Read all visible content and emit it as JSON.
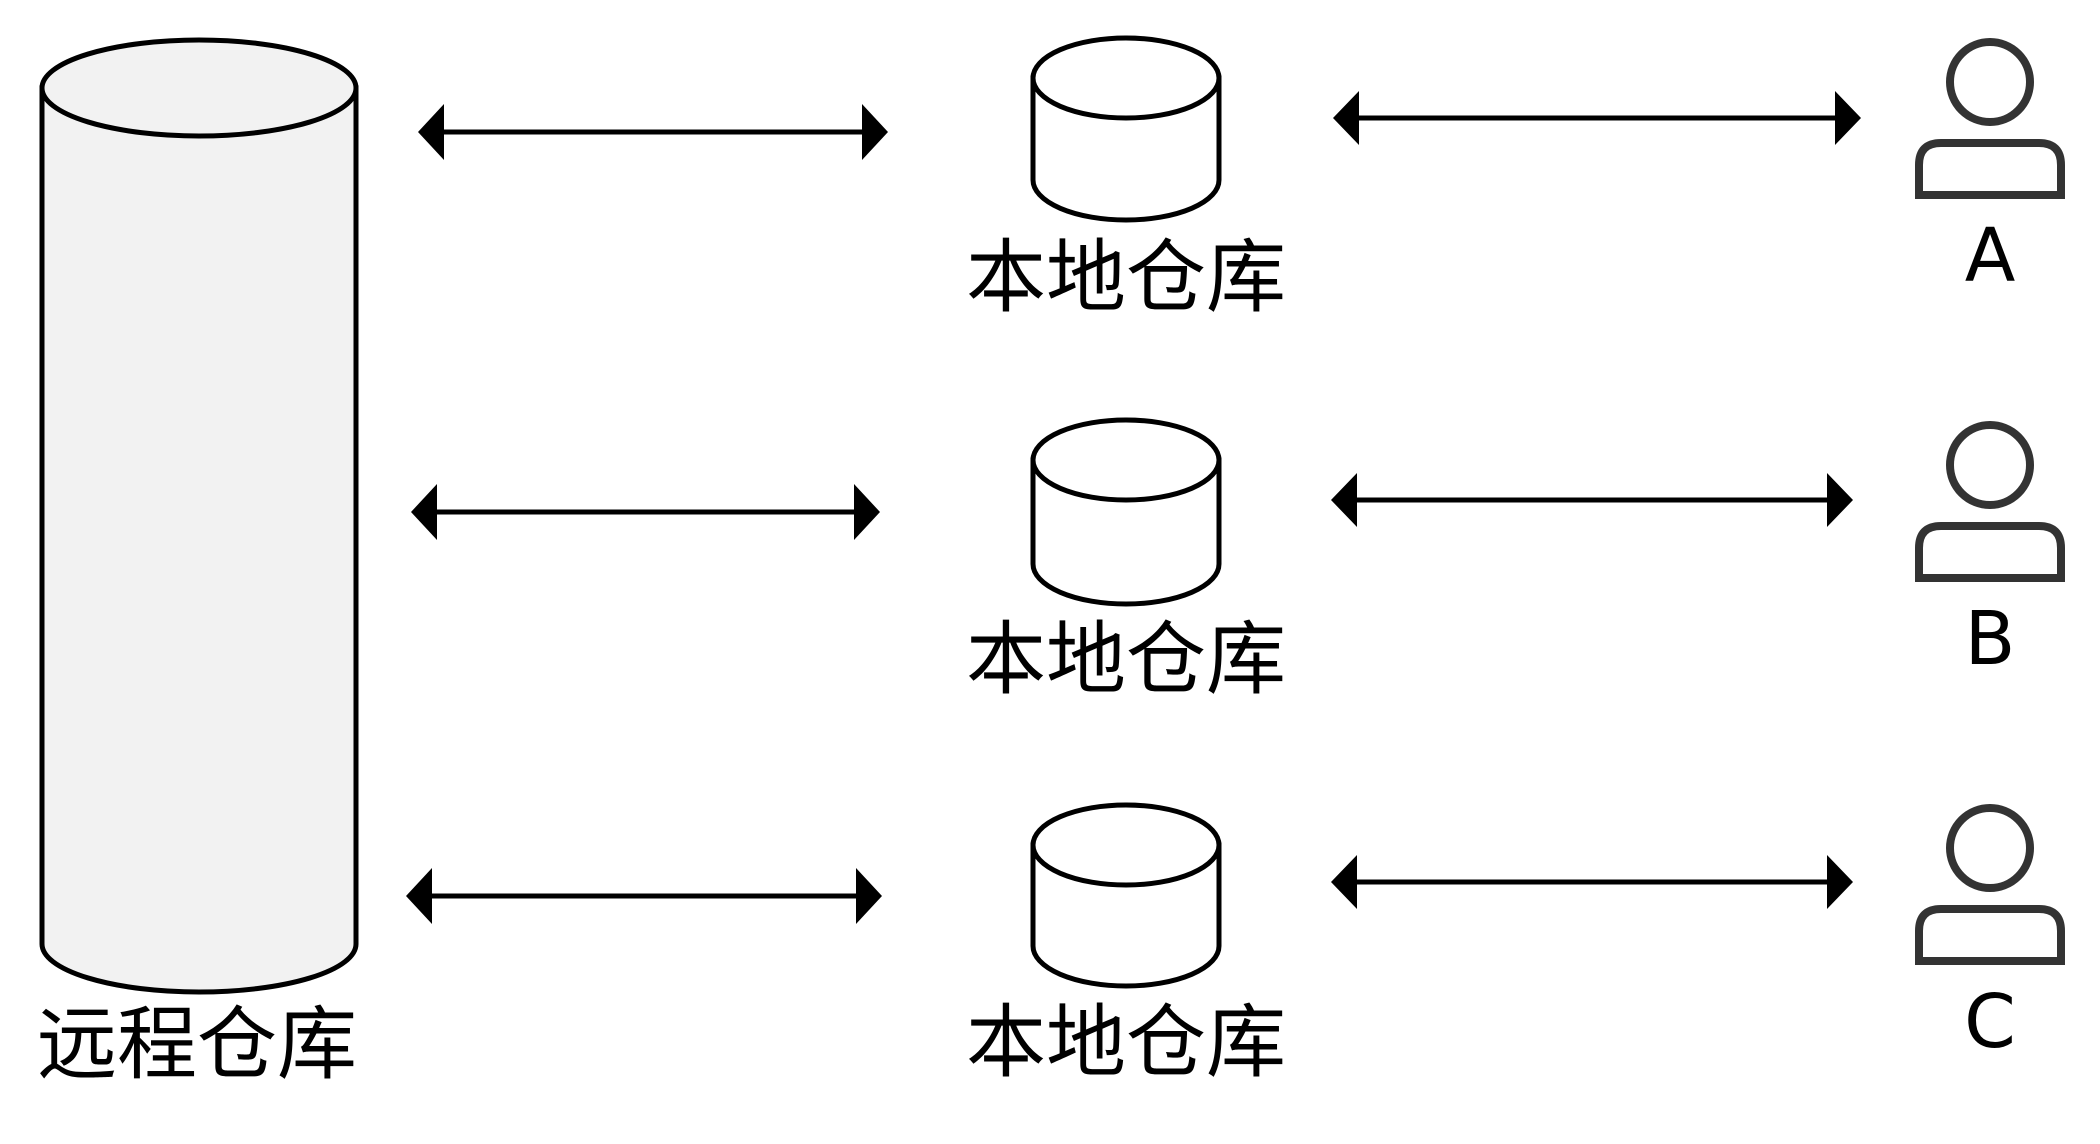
{
  "remote": {
    "label": "远程仓库"
  },
  "locals": [
    {
      "label": "本地仓库"
    },
    {
      "label": "本地仓库"
    },
    {
      "label": "本地仓库"
    }
  ],
  "users": [
    {
      "label": "A"
    },
    {
      "label": "B"
    },
    {
      "label": "C"
    }
  ],
  "colors": {
    "stroke": "#000000",
    "remote_fill": "#f2f2f2",
    "local_fill": "#ffffff",
    "user_icon": "#333333"
  },
  "icons": {
    "remote": "database-icon",
    "local": "database-icon",
    "user": "user-icon",
    "link": "bidirectional-arrow-icon"
  }
}
